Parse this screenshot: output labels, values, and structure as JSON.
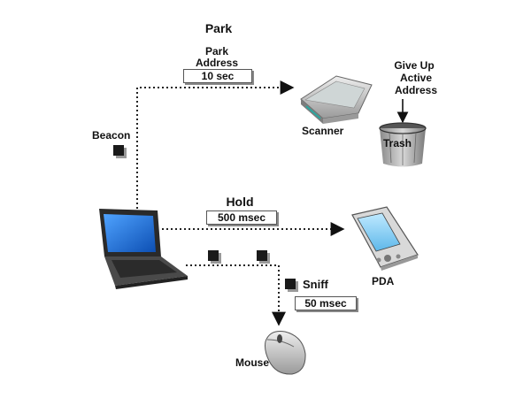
{
  "diagram": {
    "labels": {
      "park_title": "Park",
      "park_address_line1": "Park",
      "park_address_line2": "Address",
      "park_interval": "10 sec",
      "give_up_line1": "Give Up",
      "give_up_line2": "Active",
      "give_up_line3": "Address",
      "scanner": "Scanner",
      "trash": "Trash",
      "beacon": "Beacon",
      "hold": "Hold",
      "hold_interval": "500 msec",
      "pda": "PDA",
      "sniff": "Sniff",
      "sniff_interval": "50 msec",
      "mouse": "Mouse"
    },
    "icons": [
      "laptop-icon",
      "scanner-icon",
      "trash-can-icon",
      "pda-icon",
      "mouse-icon",
      "beacon-square-icon"
    ],
    "colors": {
      "laptop_screen": "#1e6fd9",
      "scanner_accent": "#2aa7a0",
      "beacon_square": "#1a1a1a",
      "dotted_line": "#222222"
    }
  }
}
